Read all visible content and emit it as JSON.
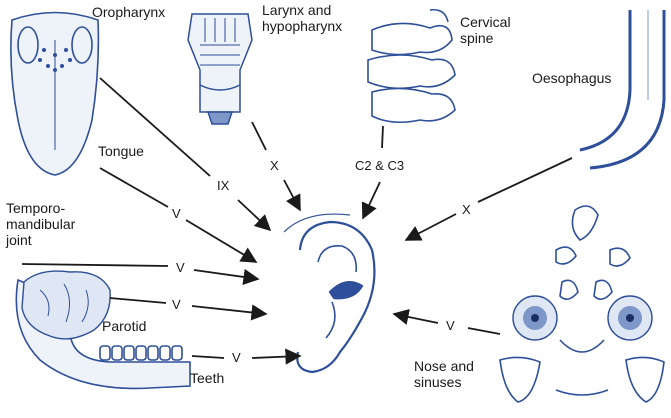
{
  "structures": {
    "oropharynx": "Oropharynx",
    "larynx_line1": "Larynx and",
    "larynx_line2": "hypopharynx",
    "cervical_line1": "Cervical",
    "cervical_line2": "spine",
    "oesophagus": "Oesophagus",
    "tongue": "Tongue",
    "tmj_line1": "Temporo-",
    "tmj_line2": "mandibular",
    "tmj_line3": "joint",
    "parotid": "Parotid",
    "teeth": "Teeth",
    "nose_line1": "Nose and",
    "nose_line2": "sinuses"
  },
  "nerves": {
    "oropharynx": "IX",
    "larynx": "X",
    "cervical": "C2 & C3",
    "oesophagus": "X",
    "tongue": "V",
    "tmj": "V",
    "parotid": "V",
    "teeth": "V",
    "nose": "V"
  },
  "colors": {
    "line": "#1a1a1a",
    "accent_blue": "#2e4f9a",
    "light_blue": "#dfe7f4",
    "mid_blue": "#7d97c8"
  }
}
